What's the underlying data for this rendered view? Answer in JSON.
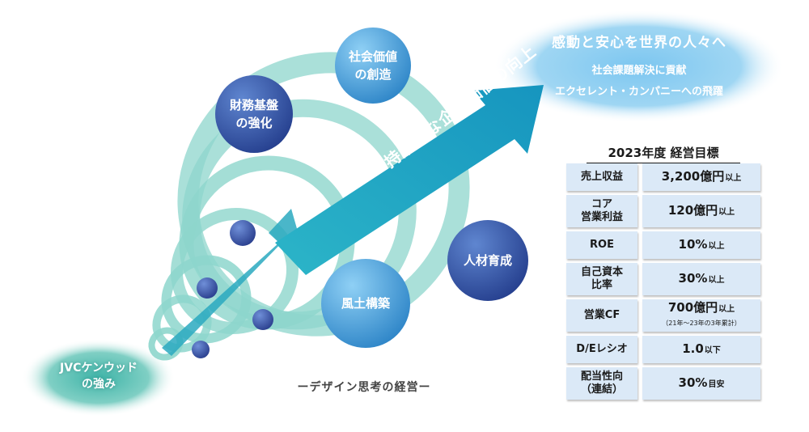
{
  "vision": {
    "title": "感動と安心を世界の人々へ",
    "line1": "社会課題解決に貢献",
    "line2": "エクセレント・カンパニーへの飛躍"
  },
  "strength": {
    "line1": "JVCケンウッド",
    "line2": "の強み"
  },
  "arrow_label": "持続的な企業価値の向上",
  "bubbles": {
    "social_value": [
      "社会価値",
      "の創造"
    ],
    "financial": [
      "財務基盤",
      "の強化"
    ],
    "hr": "人材育成",
    "culture": "風土構築"
  },
  "caption": "ーデザイン思考の経営ー",
  "targets": {
    "title": "2023年度 経営目標",
    "rows": [
      {
        "label": "売上収益",
        "value": "3,200億円",
        "suffix": "以上",
        "note": ""
      },
      {
        "label": "コア\n営業利益",
        "value": "120億円",
        "suffix": "以上",
        "note": ""
      },
      {
        "label": "ROE",
        "value": "10%",
        "suffix": "以上",
        "note": ""
      },
      {
        "label": "自己資本\n比率",
        "value": "30%",
        "suffix": "以上",
        "note": ""
      },
      {
        "label": "営業CF",
        "value": "700億円",
        "suffix": "以上",
        "note": "（21年〜23年の3年累計）"
      },
      {
        "label": "D/Eレシオ",
        "value": "1.0",
        "suffix": "以下",
        "note": ""
      },
      {
        "label": "配当性向\n（連結）",
        "value": "30%",
        "suffix": "目安",
        "note": ""
      }
    ]
  },
  "colors": {
    "teal_band": "#7fd0c9",
    "arrow": "#1ea2c4",
    "bubble_dark": "#2d4f9e",
    "bubble_light": "#5fa4d9",
    "table_cell": "#dbe9f7"
  }
}
